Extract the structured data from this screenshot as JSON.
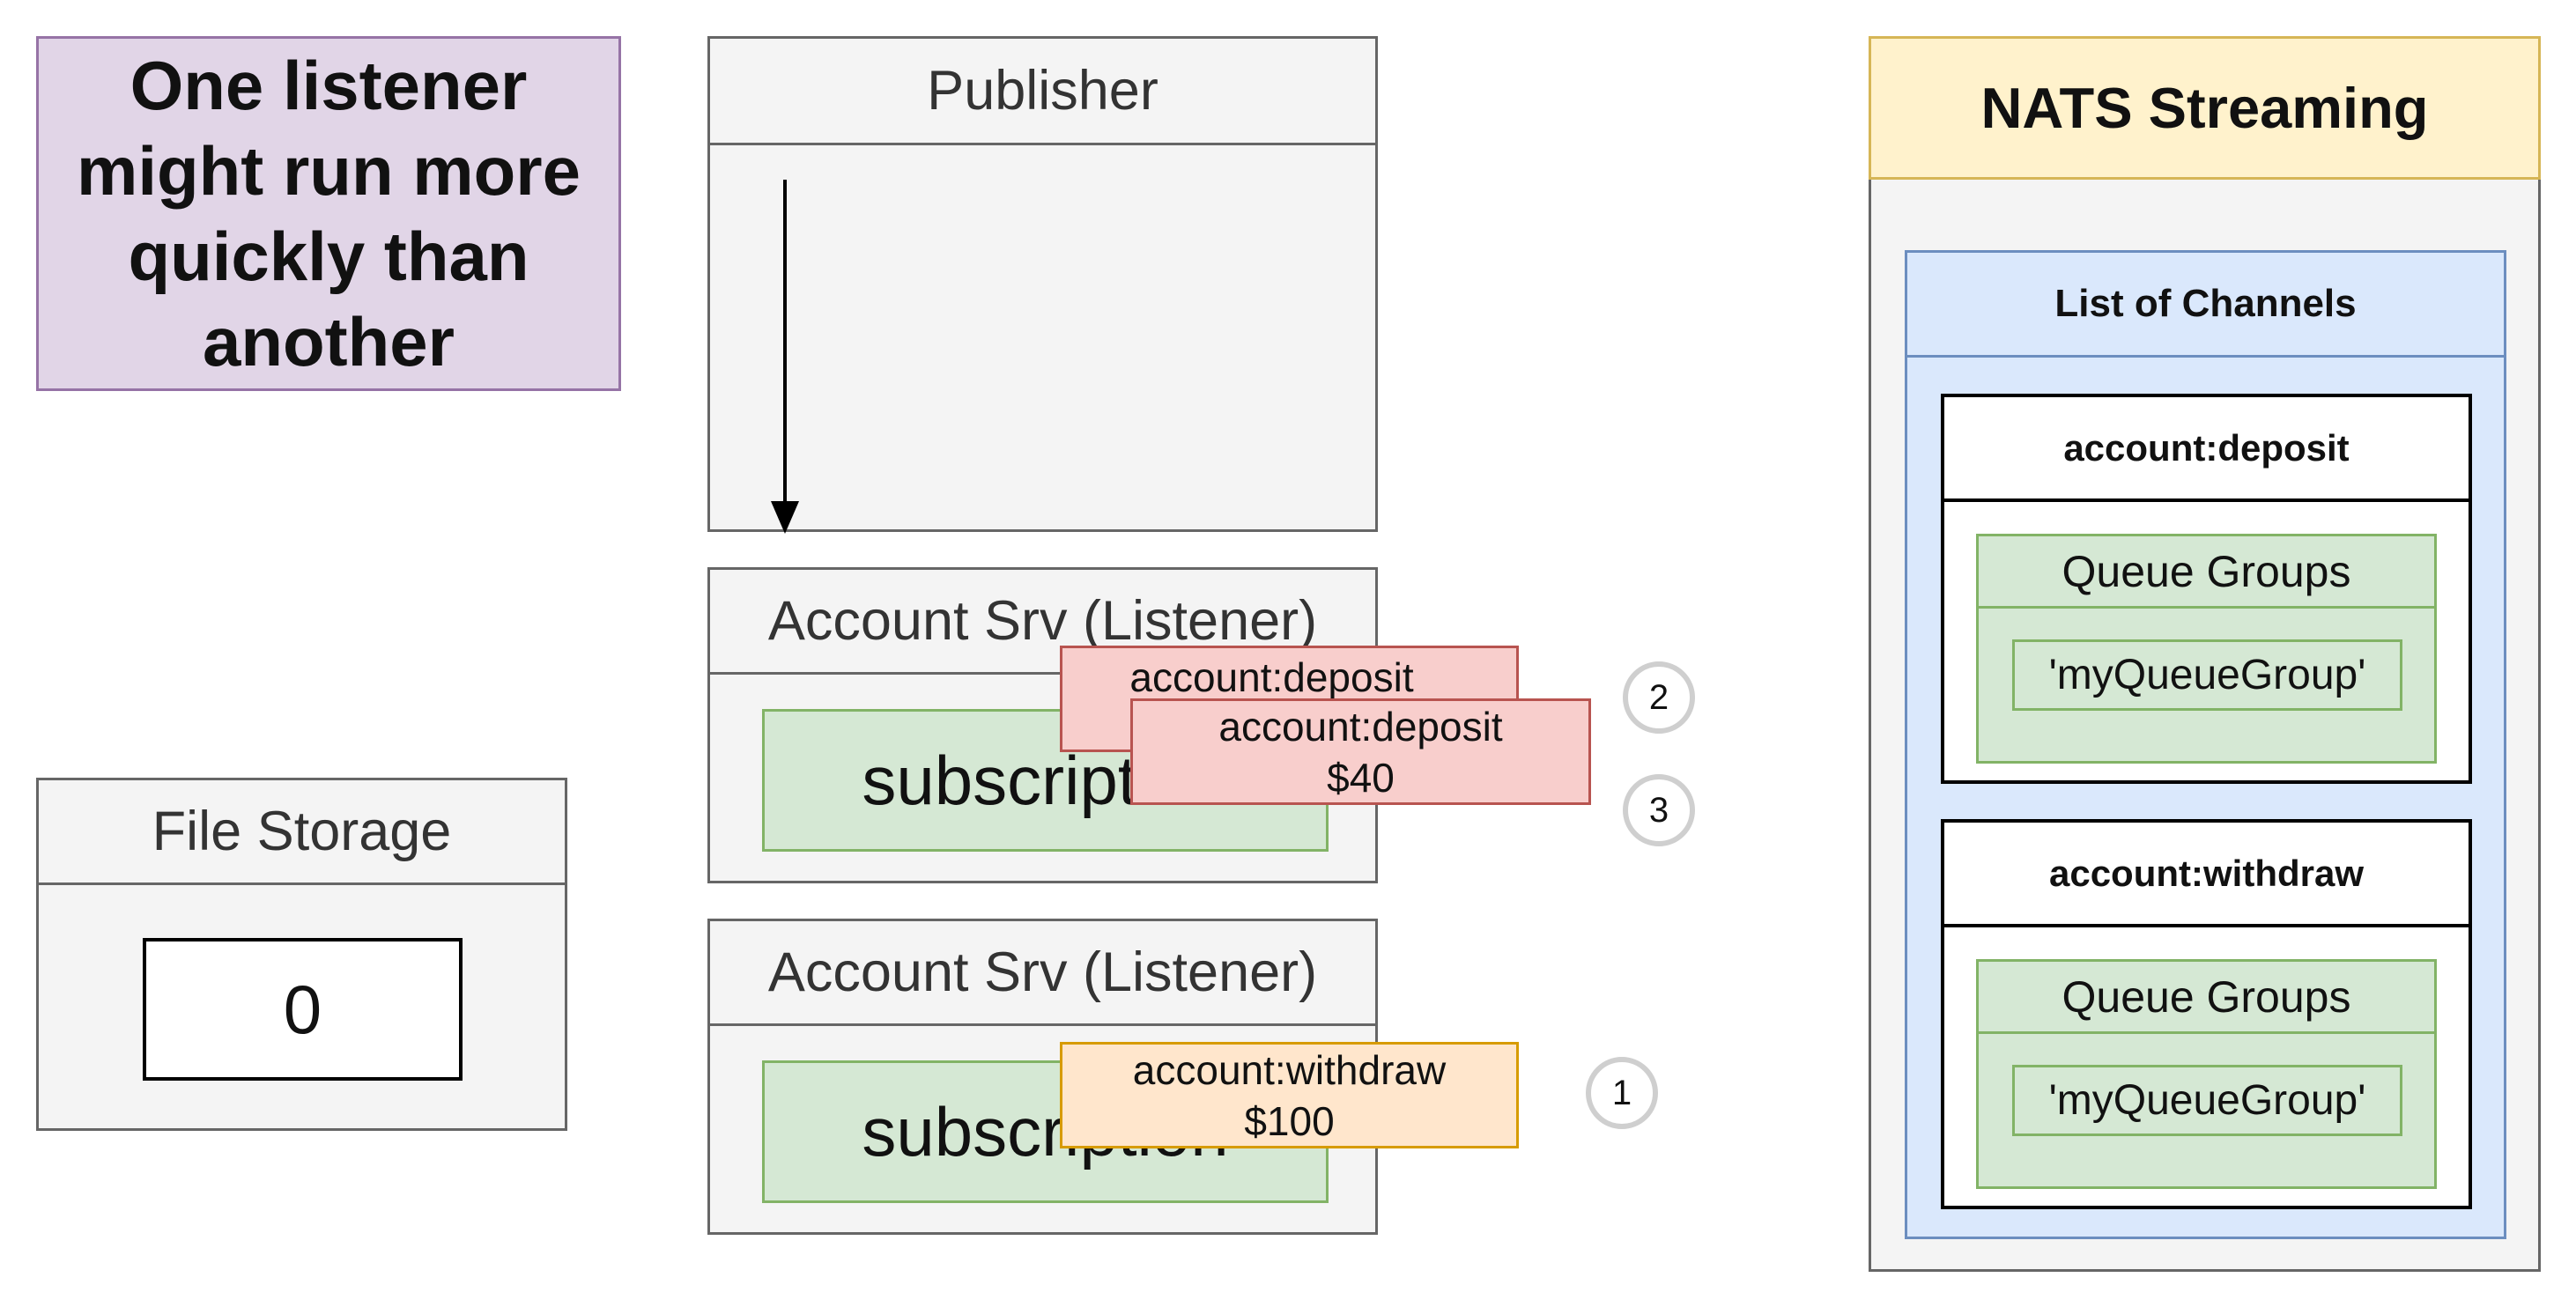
{
  "note": {
    "text": "One listener might run more quickly than another"
  },
  "publisher": {
    "title": "Publisher"
  },
  "listeners": [
    {
      "title": "Account Srv (Listener)",
      "subscription_label": "subscription"
    },
    {
      "title": "Account Srv (Listener)",
      "subscription_label": "subscription"
    }
  ],
  "file_storage": {
    "title": "File Storage",
    "value": "0"
  },
  "events": [
    {
      "line1": "account:deposit",
      "line2": ""
    },
    {
      "line1": "account:deposit",
      "line2": "$40"
    },
    {
      "line1": "account:withdraw",
      "line2": "$100"
    }
  ],
  "steps": [
    "2",
    "3",
    "1"
  ],
  "nats": {
    "title": "NATS Streaming",
    "channels_title": "List of Channels",
    "channels": [
      {
        "name": "account:deposit",
        "queue_groups_label": "Queue Groups",
        "queue_group": "'myQueueGroup'"
      },
      {
        "name": "account:withdraw",
        "queue_groups_label": "Queue Groups",
        "queue_group": "'myQueueGroup'"
      }
    ]
  },
  "colors": {
    "note_fill": "#e1d5e7",
    "note_stroke": "#9673a6",
    "container_fill": "#f4f4f4",
    "container_stroke": "#666666",
    "green_fill": "#d5e8d4",
    "green_stroke": "#82b366",
    "red_fill": "#f8cecc",
    "red_stroke": "#b85450",
    "orange_fill": "#ffe6cc",
    "orange_stroke": "#d79b00",
    "yellow_fill": "#fff2cc",
    "yellow_stroke": "#d6b656",
    "blue_fill": "#dae8fc",
    "blue_stroke": "#6c8ebf"
  },
  "icons": {
    "publisher_flow": "down-arrow-icon"
  }
}
